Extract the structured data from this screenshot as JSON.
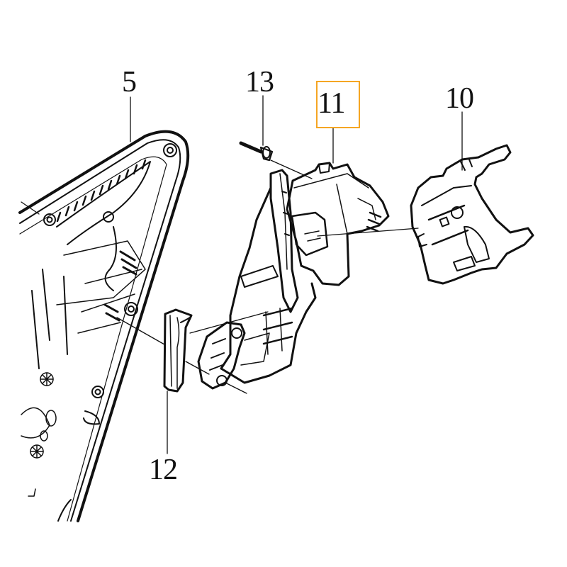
{
  "diagram": {
    "type": "exploded-parts-diagram",
    "subject": "door panel window regulator / lock bracket assembly",
    "highlight_color": "#f5a623",
    "line_color": "#111111",
    "background": "#ffffff"
  },
  "callouts": [
    {
      "id": "5",
      "label": "5",
      "part": "door-inner-panel",
      "highlighted": false
    },
    {
      "id": "13",
      "label": "13",
      "part": "screw-bolt",
      "highlighted": false
    },
    {
      "id": "11",
      "label": "11",
      "part": "lock-bracket-housing",
      "highlighted": true
    },
    {
      "id": "10",
      "label": "10",
      "part": "mounting-frame-bracket",
      "highlighted": false
    },
    {
      "id": "12",
      "label": "12",
      "part": "guide-rail-strip",
      "highlighted": false
    }
  ]
}
